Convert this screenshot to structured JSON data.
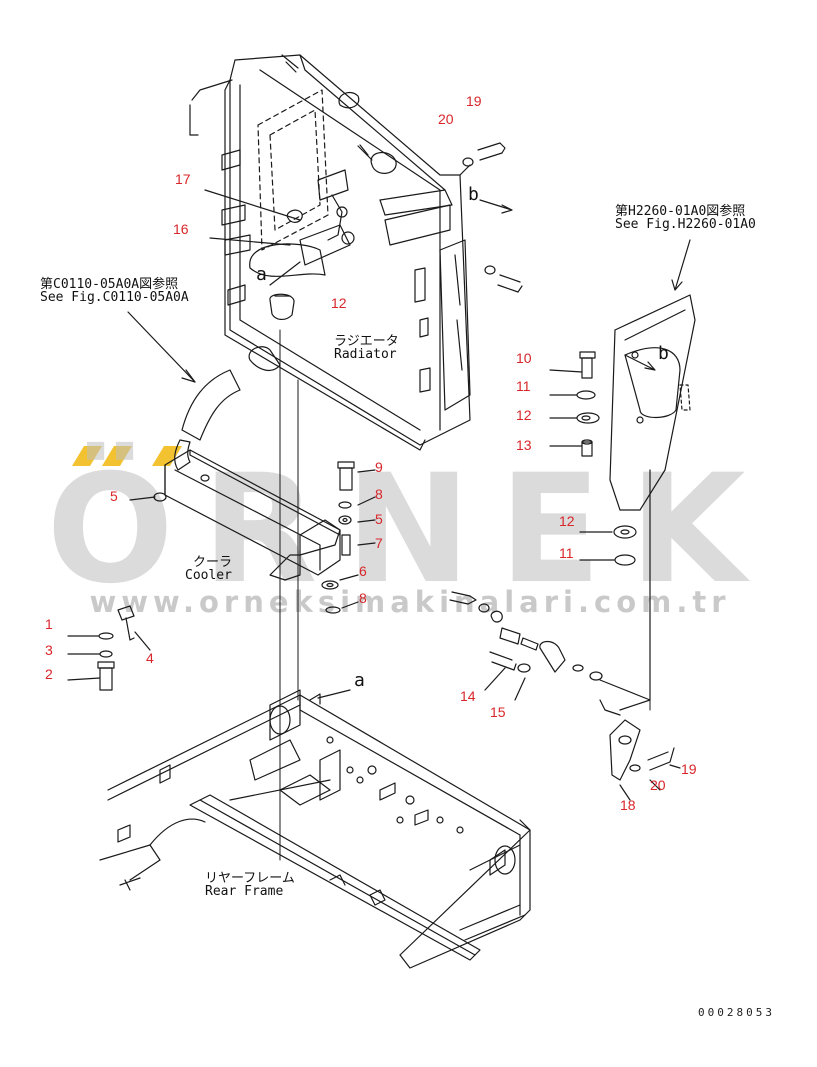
{
  "watermark": {
    "brand": "ÖRNEK",
    "url": "www.orneksimakinalari.com.tr",
    "accent_color": "#f2c230",
    "text_color": "#bfbfbf"
  },
  "labels": {
    "radiator_jp": "ラジエータ",
    "radiator_en": "Radiator",
    "cooler_jp": "クーラ",
    "cooler_en": "Cooler",
    "rear_frame_jp": "リヤーフレーム",
    "rear_frame_en": "Rear Frame",
    "ref_left_jp": "第C0110-05A0A図参照",
    "ref_left_en": "See Fig.C0110-05A0A",
    "ref_right_jp": "第H2260-01A0図参照",
    "ref_right_en": "See Fig.H2260-01A0",
    "letter_a1": "a",
    "letter_a2": "a",
    "letter_b1": "b",
    "letter_b2": "b",
    "drawing_code": "00028053"
  },
  "callouts": [
    "19",
    "20",
    "17",
    "16",
    "12",
    "10",
    "11",
    "12",
    "13",
    "9",
    "8",
    "5",
    "5",
    "7",
    "6",
    "8",
    "12",
    "11",
    "1",
    "3",
    "2",
    "4",
    "14",
    "15",
    "19",
    "20",
    "18"
  ],
  "colors": {
    "callout": "#d8262a",
    "line": "#1a1a1a"
  }
}
